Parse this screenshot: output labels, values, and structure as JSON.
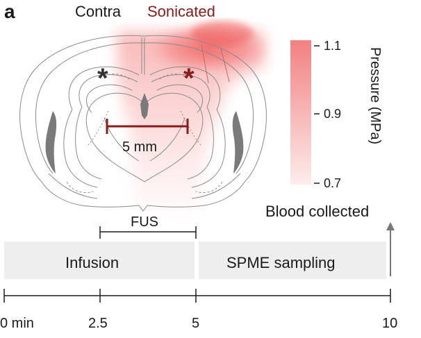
{
  "panel": {
    "letter": "a"
  },
  "header": {
    "contra_label": "Contra",
    "sonicated_label": "Sonicated",
    "sonicated_color": "#8b1a1a"
  },
  "markers": {
    "contra_marker": "*",
    "sonicated_marker": "*",
    "contra_color": "#333333",
    "sonicated_color": "#8b1a1a"
  },
  "scale_bar": {
    "label": "5 mm",
    "color": "#8b1a1a"
  },
  "colorbar": {
    "title": "Pressure (MPa)",
    "ticks": [
      "1.1",
      "0.9",
      "0.7"
    ],
    "color_high": "#f28080",
    "color_low": "#fdecec"
  },
  "timeline": {
    "fus_label": "FUS",
    "infusion_label": "Infusion",
    "spme_label": "SPME sampling",
    "blood_label": "Blood collected",
    "bar_color": "#eeeeee",
    "ticks": [
      "0 min",
      "2.5",
      "5",
      "10"
    ]
  }
}
